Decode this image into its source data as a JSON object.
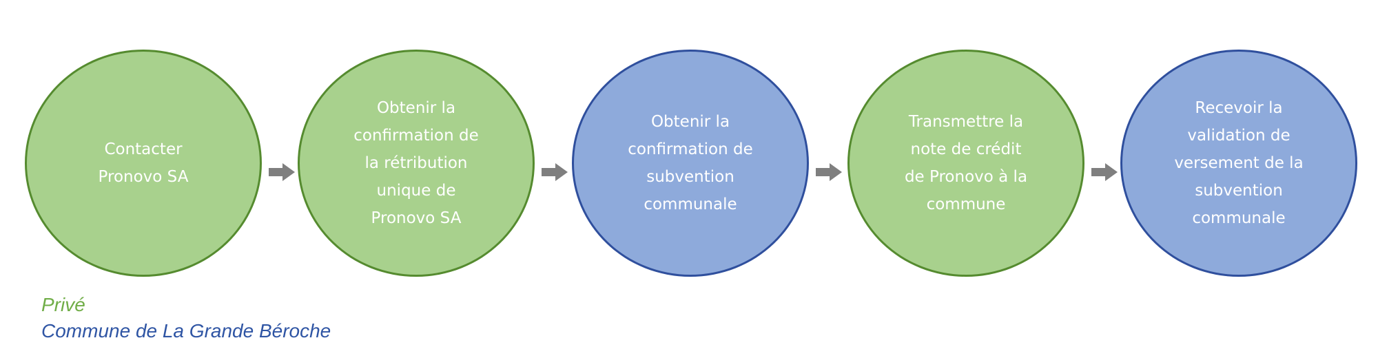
{
  "steps": [
    {
      "actor": "prive",
      "lines": [
        "Contacter",
        "Pronovo SA"
      ]
    },
    {
      "actor": "prive",
      "lines": [
        "Obtenir la",
        "confirmation de",
        "la rétribution",
        "unique de",
        "Pronovo SA"
      ]
    },
    {
      "actor": "commune",
      "lines": [
        "Obtenir la",
        "confirmation de",
        "subvention",
        "communale"
      ]
    },
    {
      "actor": "prive",
      "lines": [
        "Transmettre la",
        "note de crédit",
        "de Pronovo à la",
        "commune"
      ]
    },
    {
      "actor": "commune",
      "lines": [
        "Recevoir la",
        "validation de",
        "versement de la",
        "subvention",
        "communale"
      ]
    }
  ],
  "legend": {
    "prive": "Privé",
    "commune": "Commune de La Grande Béroche"
  },
  "colors": {
    "prive_fill": "#a8d18d",
    "prive_border": "#558b2f",
    "commune_fill": "#8eaadb",
    "commune_border": "#2f4f9d",
    "arrow": "#7f7f7f",
    "legend_prive": "#70ad47",
    "legend_commune": "#2f55a4"
  }
}
